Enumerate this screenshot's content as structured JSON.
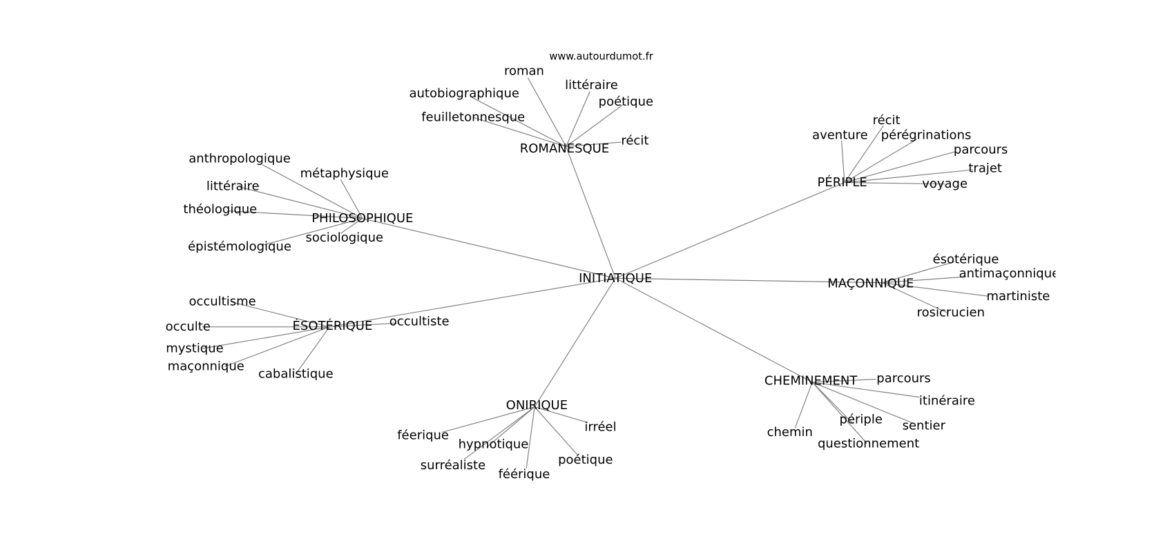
{
  "title": "www.autourdumot.fr",
  "edge_color": "#808080",
  "center": "INITIATIQUE",
  "groups": [
    {
      "hub": "ROMANESQUE",
      "leaves": [
        "autobiographique",
        "roman",
        "littéraire",
        "poétique",
        "feuilletonnesque",
        "récit"
      ]
    },
    {
      "hub": "PÉRIPLE",
      "leaves": [
        "récit",
        "aventure",
        "pérégrinations",
        "parcours",
        "trajet",
        "voyage"
      ]
    },
    {
      "hub": "PHILOSOPHIQUE",
      "leaves": [
        "anthropologique",
        "métaphysique",
        "littéraire",
        "théologique",
        "épistémologique",
        "sociologique"
      ]
    },
    {
      "hub": "MAÇONNIQUE",
      "leaves": [
        "ésotérique",
        "antimaçonnique",
        "martiniste",
        "rosicrucien"
      ]
    },
    {
      "hub": "ÉSOTÉRIQUE",
      "leaves": [
        "occultisme",
        "occulte",
        "mystique",
        "maçonnique",
        "cabalistique",
        "occultiste"
      ]
    },
    {
      "hub": "ONIRIQUE",
      "leaves": [
        "féerique",
        "hypnotique",
        "surréaliste",
        "féérique",
        "poétique",
        "irréel"
      ]
    },
    {
      "hub": "CHEMINEMENT",
      "leaves": [
        "parcours",
        "itinéraire",
        "sentier",
        "questionnement",
        "périple",
        "chemin"
      ]
    }
  ]
}
